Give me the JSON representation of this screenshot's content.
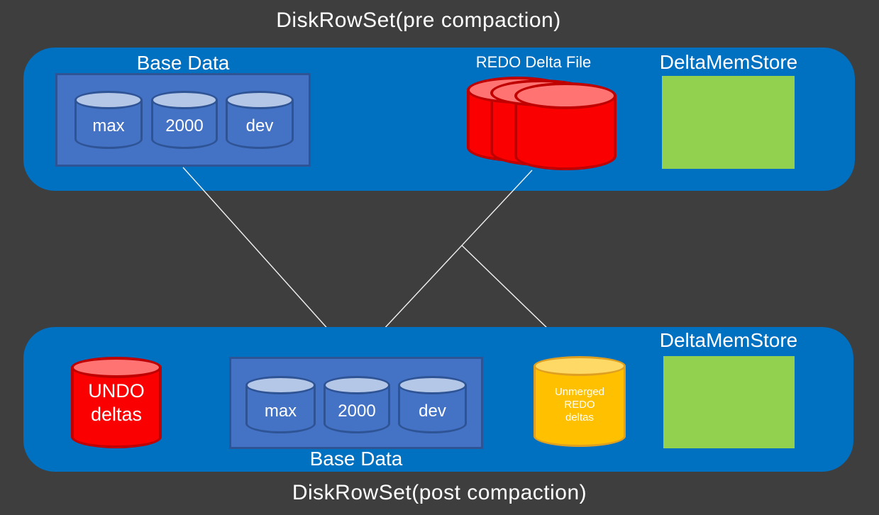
{
  "titles": {
    "pre": "DiskRowSet(pre compaction)",
    "post": "DiskRowSet(post compaction)"
  },
  "pre": {
    "base_data": {
      "label": "Base Data",
      "cylinders": [
        "max",
        "2000",
        "dev"
      ]
    },
    "redo": {
      "label": "REDO Delta File"
    },
    "dms": {
      "label": "DeltaMemStore"
    }
  },
  "post": {
    "undo": {
      "line1": "UNDO",
      "line2": "deltas"
    },
    "base_data": {
      "label": "Base Data",
      "cylinders": [
        "max",
        "2000",
        "dev"
      ]
    },
    "unmerged": {
      "line1": "Unmerged",
      "line2": "REDO",
      "line3": "deltas"
    },
    "dms": {
      "label": "DeltaMemStore"
    }
  },
  "colors": {
    "background": "#3E3E3E",
    "rowset_container": "#0070C0",
    "base_data_box": "#4472C4",
    "base_data_border": "#2F5496",
    "blue_cylinder_top": "#B4C7E7",
    "red_cylinder": "#FB0000",
    "red_cylinder_border": "#C00000",
    "red_cylinder_top": "#FF7373",
    "yellow_cylinder": "#FFC000",
    "yellow_cylinder_top": "#FFD966",
    "delta_mem_store": "#92D050",
    "text": "#FFFFFF",
    "arrow": "#F2F2F2"
  }
}
